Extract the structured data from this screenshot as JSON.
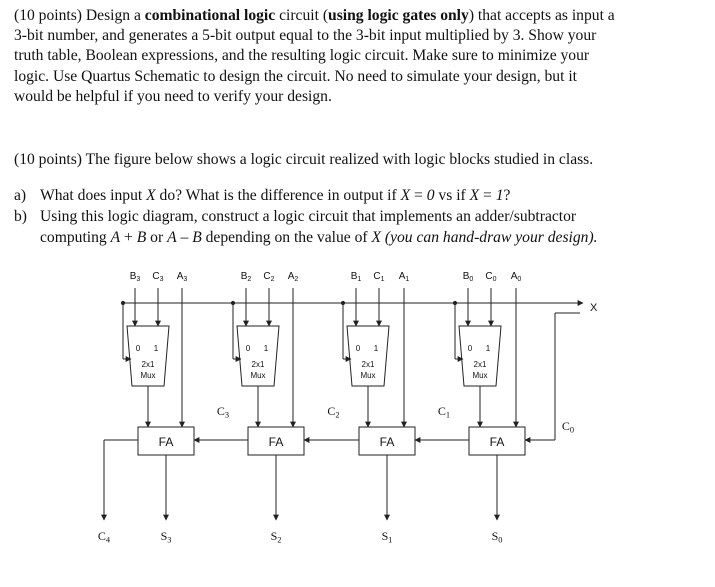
{
  "problem1": {
    "line1_a": "(10 points) Design a ",
    "line1_bold1": "combinational logic",
    "line1_b": " circuit (",
    "line1_bold2": "using logic gates only",
    "line1_c": ") that accepts as input a",
    "line2": "3-bit number, and generates a 5-bit output equal to the 3-bit input multiplied by 3.  Show your",
    "line3": "truth table, Boolean expressions, and the resulting logic circuit. Make sure to minimize your",
    "line4": "logic. Use Quartus Schematic to design the circuit. No need to simulate your design, but it",
    "line5": "would be helpful if you need to verify your design."
  },
  "problem2": {
    "intro": "(10 points) The figure below shows a logic circuit realized with logic blocks studied in class.",
    "item_a_label": "a)",
    "item_a_1": "What does input ",
    "item_a_x1": "X",
    "item_a_2": " do? What is the difference in output if ",
    "item_a_x2": "X",
    "item_a_3": " = ",
    "item_a_v0": "0",
    "item_a_4": " vs if ",
    "item_a_x3": "X",
    "item_a_5": " = ",
    "item_a_v1": "1",
    "item_a_6": "?",
    "item_b_label": "b)",
    "item_b_line1": "Using this logic diagram, construct a logic circuit that implements an adder/subtractor",
    "item_b_2a": "computing ",
    "item_b_expr1": "A",
    "item_b_2b": " + ",
    "item_b_expr2": "B",
    "item_b_2c": " or ",
    "item_b_expr3": "A",
    "item_b_2d": " – ",
    "item_b_expr4": "B",
    "item_b_2e": " depending on the value of ",
    "item_b_expr5": "X",
    "item_b_2f": " (you can hand-draw your design)."
  },
  "diagram": {
    "x_label": "X",
    "inputs": [
      {
        "b": "B3",
        "c": "C3",
        "a": "A3"
      },
      {
        "b": "B2",
        "c": "C2",
        "a": "A2"
      },
      {
        "b": "B1",
        "c": "C1",
        "a": "A1"
      },
      {
        "b": "B0",
        "c": "C0",
        "a": "A0"
      }
    ],
    "mux_in0": "0",
    "mux_in1": "1",
    "mux_line1": "2x1",
    "mux_line2": "Mux",
    "fa_label": "FA",
    "carries": [
      "C4",
      "C3",
      "C2",
      "C1",
      "C0"
    ],
    "sums": [
      "S3",
      "S2",
      "S1",
      "S0"
    ]
  }
}
